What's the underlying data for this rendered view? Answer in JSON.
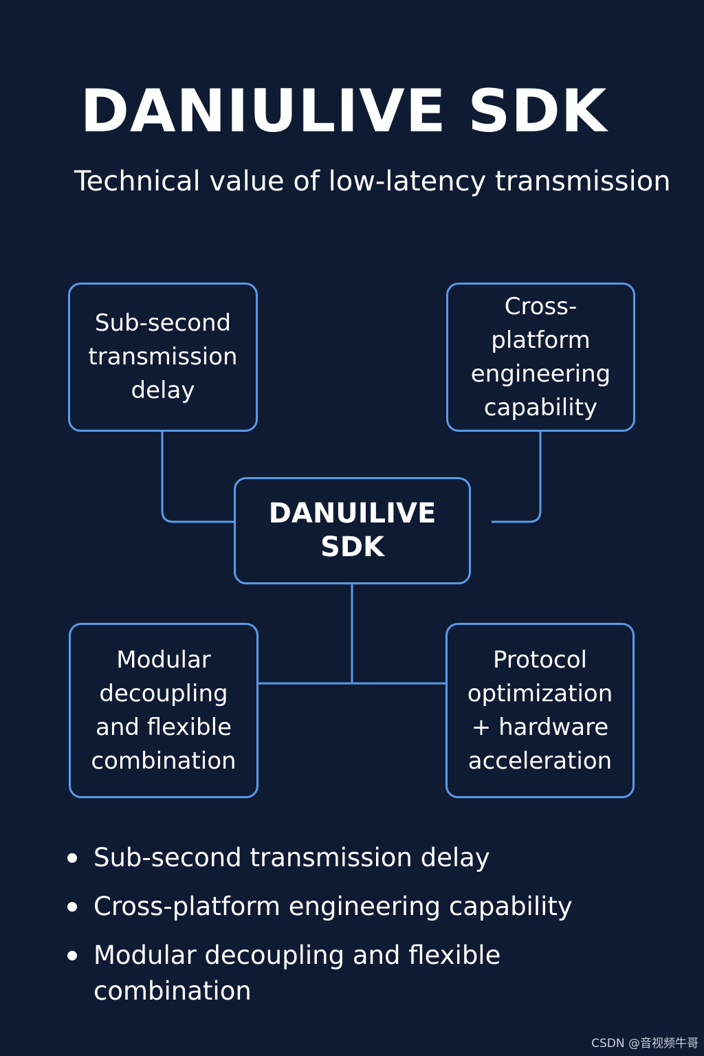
{
  "title": "DANIULIVE SDK",
  "subtitle": "Technical value of low-latency transmission",
  "diagram": {
    "center": "DANUILIVE SDK",
    "top_left": "Sub-second transmission delay",
    "top_right": "Cross-platform engineering capability",
    "bottom_left": "Modular decoupling and flexible combination",
    "bottom_right": "Protocol optimization + hardware acceleration"
  },
  "bullets": [
    "Sub-second transmission delay",
    "Cross-platform engineering capability",
    "Modular decoupling and flexible combination"
  ],
  "watermark": "CSDN @音视频牛哥",
  "colors": {
    "background": "#0f1b33",
    "accent": "#5b9ae8",
    "text": "#ffffff"
  }
}
